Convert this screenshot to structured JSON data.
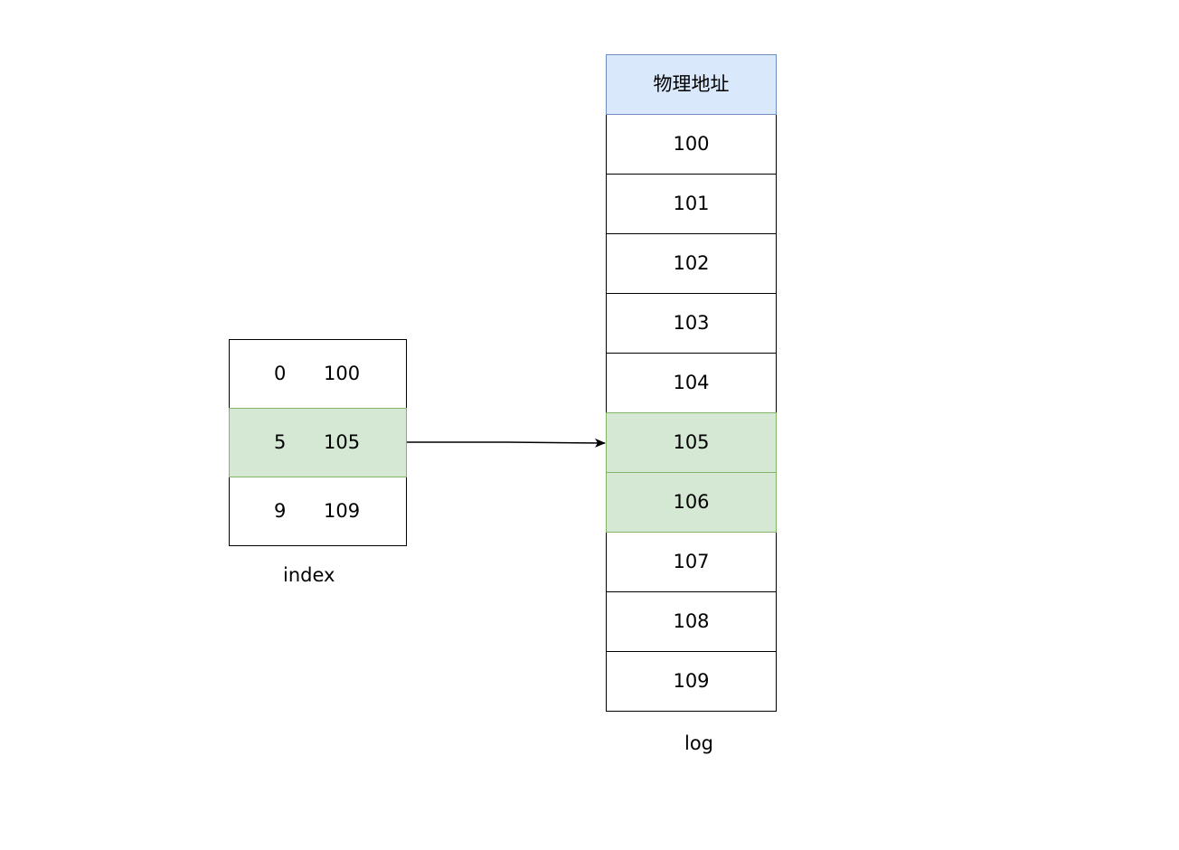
{
  "index": {
    "caption": "index",
    "rows": [
      {
        "key": "0",
        "value": "100",
        "highlighted": false
      },
      {
        "key": "5",
        "value": "105",
        "highlighted": true
      },
      {
        "key": "9",
        "value": "109",
        "highlighted": false
      }
    ]
  },
  "log": {
    "caption": "log",
    "header": "物理地址",
    "rows": [
      "100",
      "101",
      "102",
      "103",
      "104",
      "105",
      "106",
      "107",
      "108",
      "109"
    ],
    "highlighted_rows": [
      "105",
      "106"
    ]
  },
  "colors": {
    "highlight_fill": "#d5e8d4",
    "highlight_border": "#82b366",
    "header_fill": "#dae8fc",
    "header_border": "#6c8ebf"
  }
}
